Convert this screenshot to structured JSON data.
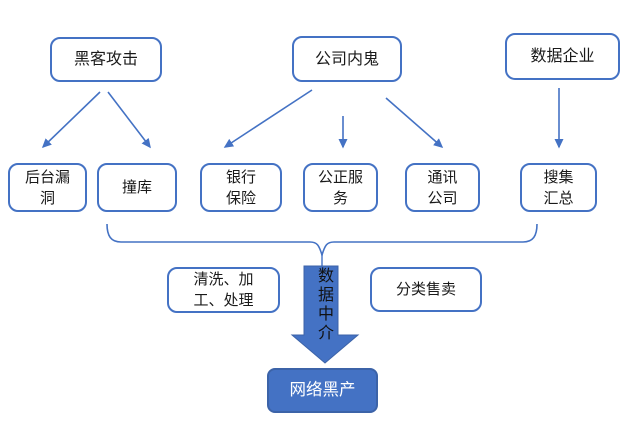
{
  "colors": {
    "accent": "#4472C4",
    "accent_dark": "#3C63A8",
    "text": "#1a1a1a",
    "final_text": "#ffffff",
    "box_bg": "#ffffff"
  },
  "nodes": {
    "hacker_attack": {
      "label": "黑客攻击"
    },
    "company_insider": {
      "label": "公司内鬼"
    },
    "data_enterprise": {
      "label": "数据企业"
    },
    "backend_vulnerability": {
      "label": [
        "后台漏",
        "洞"
      ]
    },
    "credential_stuffing": {
      "label": "撞库"
    },
    "bank_insurance": {
      "label": [
        "银行",
        "保险"
      ]
    },
    "notary_service": {
      "label": [
        "公正服",
        "务"
      ]
    },
    "telecom_company": {
      "label": [
        "通讯",
        "公司"
      ]
    },
    "collect_summarize": {
      "label": [
        "搜集",
        "汇总"
      ]
    },
    "clean_process": {
      "label": [
        "清洗、加",
        "工、处理"
      ]
    },
    "classified_sale": {
      "label": "分类售卖"
    },
    "data_intermediary": {
      "label": "数据中介"
    },
    "network_black_market": {
      "label": "网络黑产"
    }
  }
}
